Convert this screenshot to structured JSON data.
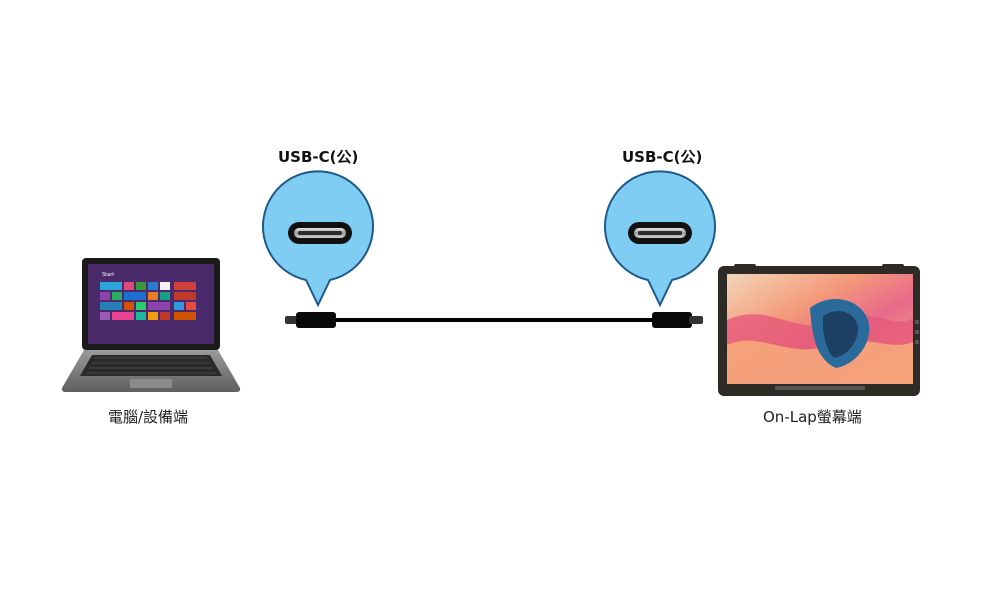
{
  "connectors": {
    "left_label": "USB-C(公)",
    "right_label": "USB-C(公)"
  },
  "devices": {
    "computer_label": "電腦/設備端",
    "monitor_label": "On-Lap螢幕端"
  },
  "laptop_screen": {
    "start_text": "Start"
  },
  "colors": {
    "bubble_fill": "#80cdf3",
    "bubble_stroke": "#1d5a8a",
    "cable": "#000000"
  }
}
